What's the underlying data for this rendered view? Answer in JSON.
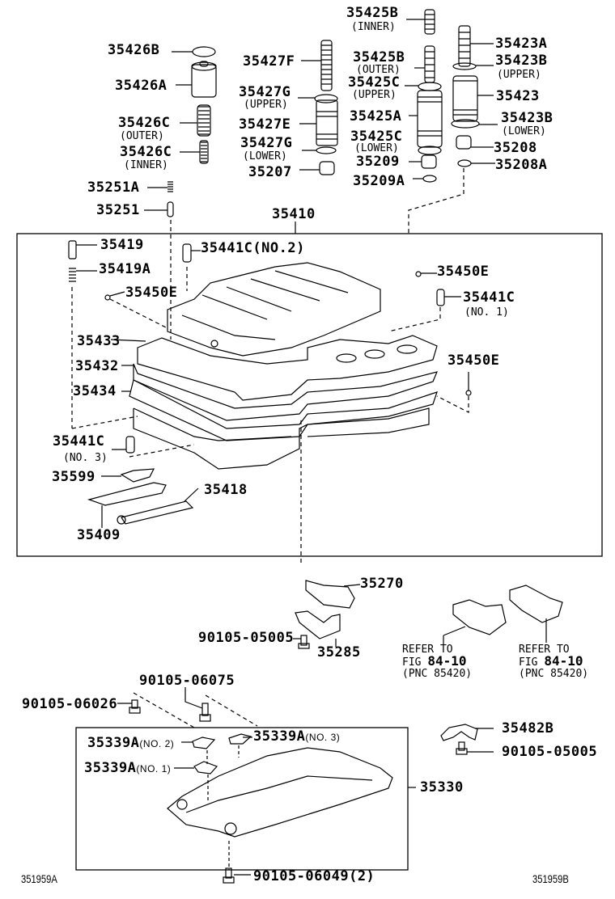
{
  "diagram": {
    "type": "exploded-parts-diagram",
    "subject": "automatic transmission valve body and oil pan",
    "figure_ids": {
      "left": "351959A",
      "right": "351959B"
    },
    "assembly_label": "35410",
    "parts": [
      {
        "id": "p1",
        "number": "35426B",
        "note": ""
      },
      {
        "id": "p2",
        "number": "35426A",
        "note": ""
      },
      {
        "id": "p3",
        "number": "35426C",
        "note": "(OUTER)"
      },
      {
        "id": "p4",
        "number": "35426C",
        "note": "(INNER)"
      },
      {
        "id": "p5",
        "number": "35251A",
        "note": ""
      },
      {
        "id": "p6",
        "number": "35251",
        "note": ""
      },
      {
        "id": "p7",
        "number": "35427F",
        "note": ""
      },
      {
        "id": "p8",
        "number": "35427G",
        "note": "(UPPER)"
      },
      {
        "id": "p9",
        "number": "35427E",
        "note": ""
      },
      {
        "id": "p10",
        "number": "35427G",
        "note": "(LOWER)"
      },
      {
        "id": "p11",
        "number": "35207",
        "note": ""
      },
      {
        "id": "p12",
        "number": "35425B",
        "note": "(INNER)"
      },
      {
        "id": "p13",
        "number": "35425B",
        "note": "(OUTER)"
      },
      {
        "id": "p14",
        "number": "35425C",
        "note": "(UPPER)"
      },
      {
        "id": "p15",
        "number": "35425A",
        "note": ""
      },
      {
        "id": "p16",
        "number": "35425C",
        "note": "(LOWER)"
      },
      {
        "id": "p17",
        "number": "35209",
        "note": ""
      },
      {
        "id": "p18",
        "number": "35209A",
        "note": ""
      },
      {
        "id": "p19",
        "number": "35423A",
        "note": ""
      },
      {
        "id": "p20",
        "number": "35423B",
        "note": "(UPPER)"
      },
      {
        "id": "p21",
        "number": "35423",
        "note": ""
      },
      {
        "id": "p22",
        "number": "35423B",
        "note": "(LOWER)"
      },
      {
        "id": "p23",
        "number": "35208",
        "note": ""
      },
      {
        "id": "p24",
        "number": "35208A",
        "note": ""
      },
      {
        "id": "p25",
        "number": "35419",
        "note": ""
      },
      {
        "id": "p26",
        "number": "35419A",
        "note": ""
      },
      {
        "id": "p27",
        "number": "35441C(NO.2)",
        "note": ""
      },
      {
        "id": "p28",
        "number": "35450E",
        "note": ""
      },
      {
        "id": "p29",
        "number": "35450E",
        "note": ""
      },
      {
        "id": "p30",
        "number": "35441C",
        "note": "(NO. 1)"
      },
      {
        "id": "p31",
        "number": "35433",
        "note": ""
      },
      {
        "id": "p32",
        "number": "35432",
        "note": ""
      },
      {
        "id": "p33",
        "number": "35434",
        "note": ""
      },
      {
        "id": "p34",
        "number": "35450E",
        "note": ""
      },
      {
        "id": "p35",
        "number": "35441C",
        "note": "(NO. 3)"
      },
      {
        "id": "p36",
        "number": "35599",
        "note": ""
      },
      {
        "id": "p37",
        "number": "35418",
        "note": ""
      },
      {
        "id": "p38",
        "number": "35409",
        "note": ""
      },
      {
        "id": "p39",
        "number": "35270",
        "note": ""
      },
      {
        "id": "p40",
        "number": "90105-05005",
        "note": ""
      },
      {
        "id": "p41",
        "number": "35285",
        "note": ""
      },
      {
        "id": "p42",
        "number": "90105-06075",
        "note": ""
      },
      {
        "id": "p43",
        "number": "90105-06026",
        "note": ""
      },
      {
        "id": "p44",
        "number": "35339A",
        "note": "(NO. 2)"
      },
      {
        "id": "p45",
        "number": "35339A",
        "note": "(NO. 3)"
      },
      {
        "id": "p46",
        "number": "35339A",
        "note": "(NO. 1)"
      },
      {
        "id": "p47",
        "number": "35330",
        "note": ""
      },
      {
        "id": "p48",
        "number": "35482B",
        "note": ""
      },
      {
        "id": "p49",
        "number": "90105-05005",
        "note": ""
      },
      {
        "id": "p50",
        "number": "90105-06049(2)",
        "note": ""
      }
    ],
    "references": [
      {
        "line1": "REFER TO",
        "fig_prefix": "FIG",
        "fig": "84-10",
        "pnc": "(PNC 85420)"
      },
      {
        "line1": "REFER TO",
        "fig_prefix": "FIG",
        "fig": "84-10",
        "pnc": "(PNC 85420)"
      }
    ]
  }
}
